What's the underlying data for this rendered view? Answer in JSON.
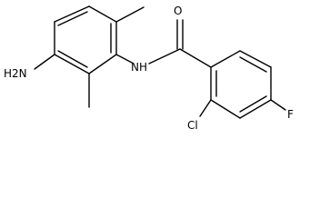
{
  "diagram": {
    "kind": "chemical-structure",
    "labels": {
      "amine": "H2N",
      "amide_nh": "NH",
      "carbonyl_o": "O",
      "chloro": "Cl",
      "fluoro": "F"
    }
  }
}
